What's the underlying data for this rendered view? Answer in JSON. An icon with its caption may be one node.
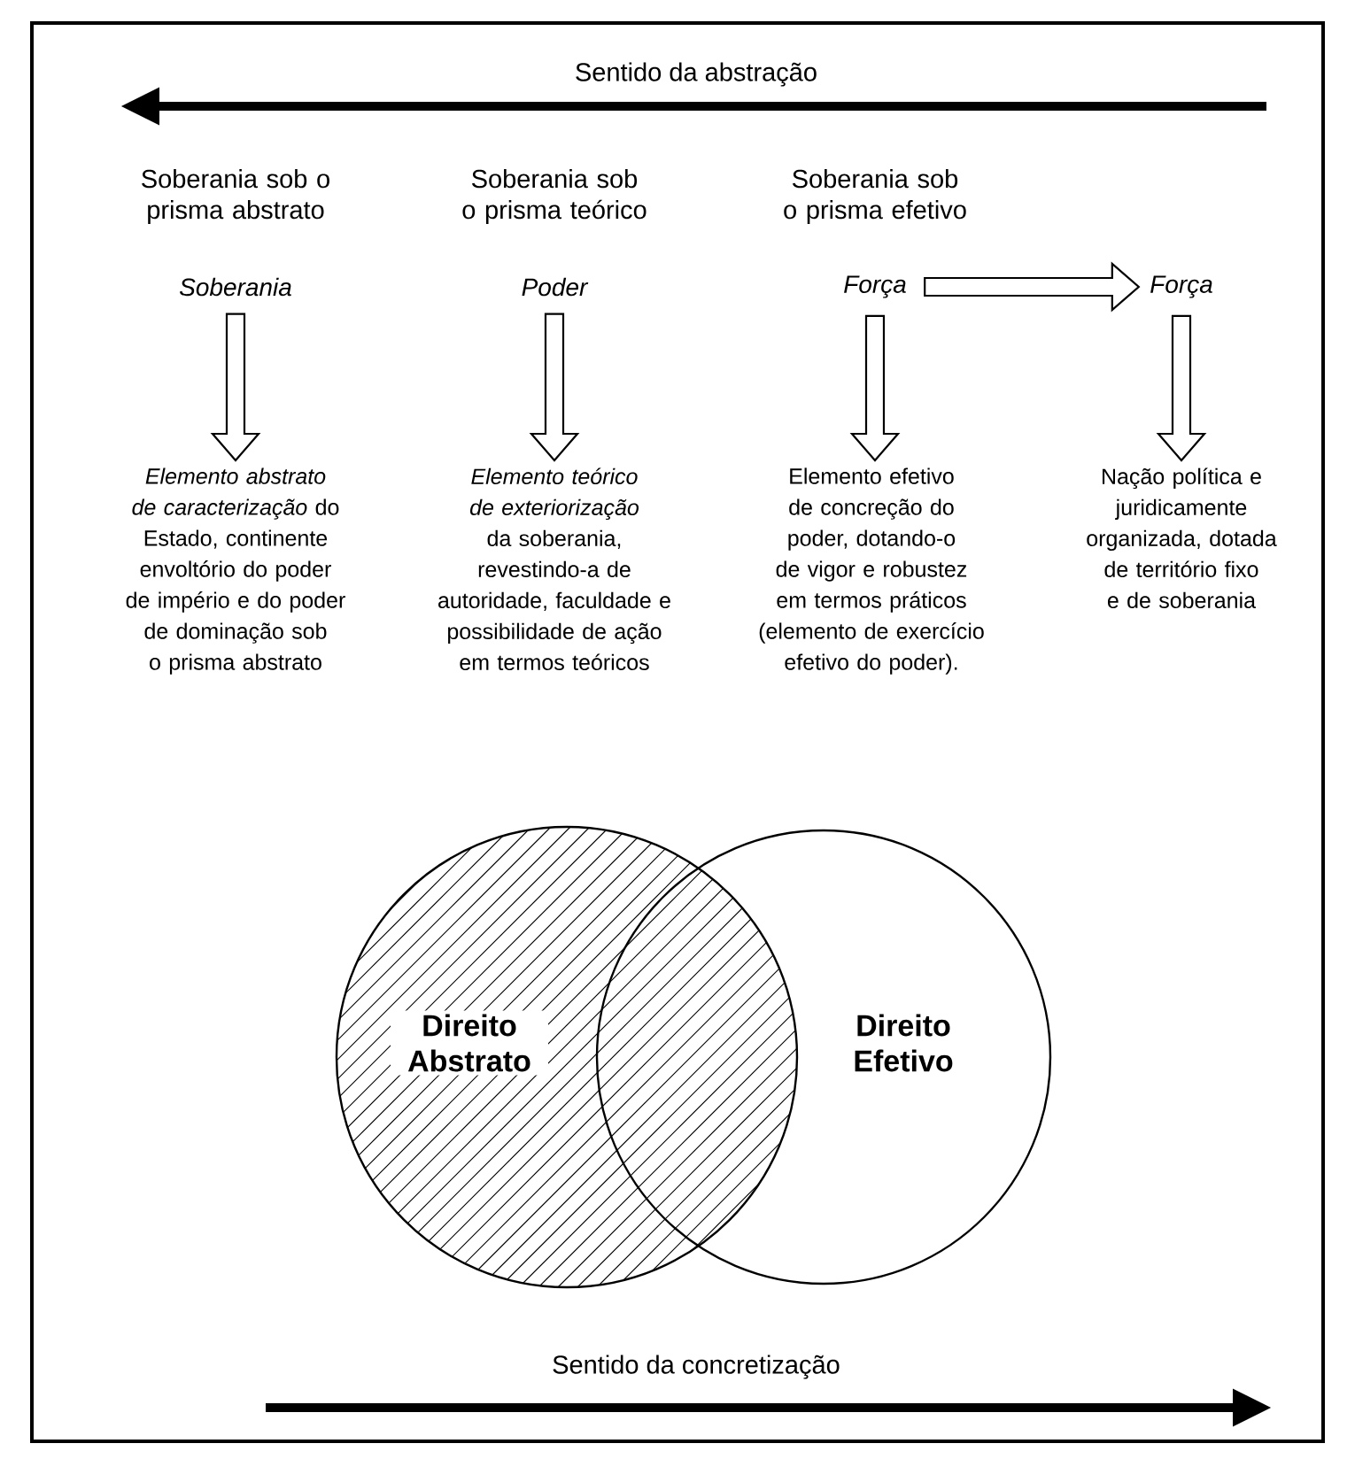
{
  "diagram": {
    "nodes": [
      {
        "text": [
          "Soberania"
        ]
      },
      {
        "text": [
          "Poder"
        ]
      },
      {
        "text": [
          "Força"
        ]
      },
      {
        "text": [
          "Força"
        ]
      },
      {
        "text": [
          "*Elemento abstrato de caracterização* do Estado, continente envoltório do poder de império e do poder de dominação sob o prisma abstrato"
        ]
      },
      {
        "text": [
          "*Elemento teórico de exteriorização* da soberania, revestindo-a de autoridade, faculdade e possibilidade de ação em termos teóricos"
        ]
      },
      {
        "text": [
          "Elemento efetivo de concreção do poder, dotando-o de vigor e robustez em termos práticos (elemento de exercício efetivo do poder)."
        ]
      },
      {
        "text": [
          "Nação política e juridicamente organizada, dotada de território fixo e de soberania"
        ]
      },
      {
        "text": [
          "Direito Abstrato"
        ]
      },
      {
        "text": [
          "Direito Efetivo"
        ]
      }
    ],
    "edges": [
      {
        "from": 0,
        "to": 4,
        "arrow": "to"
      },
      {
        "from": 1,
        "to": 5,
        "arrow": "to"
      },
      {
        "from": 2,
        "to": 6,
        "arrow": "to"
      },
      {
        "from": 3,
        "to": 7,
        "arrow": "to"
      },
      {
        "from": 2,
        "to": 3,
        "arrow": "to"
      }
    ],
    "labels": [
      "Sentido da abstração",
      "Soberania sob o prisma abstrato",
      "Soberania sob o prisma teórico",
      "Soberania sob o prisma efetivo",
      "Sentido da concretização"
    ]
  }
}
